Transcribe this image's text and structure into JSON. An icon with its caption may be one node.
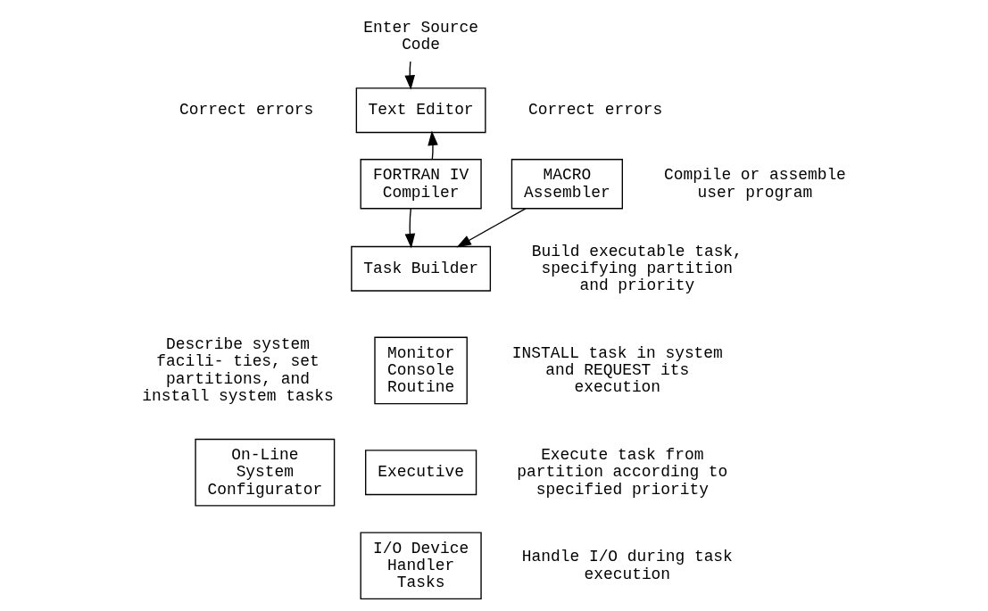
{
  "diagram": {
    "nodes": [
      {
        "text": [
          "Enter Source Code"
        ]
      },
      {
        "text": [
          "Text Editor"
        ]
      },
      {
        "text": [
          "FORTRAN IV Compiler"
        ]
      },
      {
        "text": [
          "MACRO Assembler"
        ]
      },
      {
        "text": [
          "Task Builder"
        ]
      },
      {
        "text": [
          "Monitor Console Routine"
        ]
      },
      {
        "text": [
          "On-Line System Configurator"
        ]
      },
      {
        "text": [
          "Executive"
        ]
      },
      {
        "text": [
          "I/O Device Handler Tasks"
        ]
      }
    ],
    "edges": [
      {
        "from": 0,
        "to": 1,
        "arrow": "to"
      },
      {
        "from": 2,
        "to": 1,
        "arrow": "to"
      },
      {
        "from": 2,
        "to": 4,
        "arrow": "to"
      },
      {
        "from": 3,
        "to": 4,
        "arrow": "to"
      }
    ],
    "labels": [
      "Correct errors",
      "Correct errors",
      "Compile or assemble user program",
      "Build executable task, specifying partition and priority",
      "Describe system facili- ties, set partitions, and install system tasks",
      "INSTALL task in system and REQUEST its execution",
      "Execute task from partition according to specified priority",
      "Handle I/O during task execution"
    ]
  }
}
